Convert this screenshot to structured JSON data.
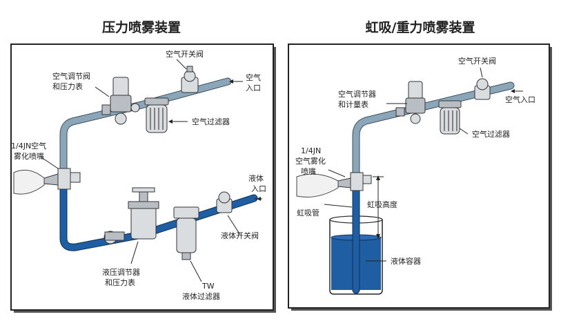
{
  "panels": [
    {
      "title": "压力喷雾装置",
      "labels": {
        "air_switch_valve": "空气开关阀",
        "air_inlet": [
          "空气",
          "入口"
        ],
        "air_regulator": [
          "空气调节阀",
          "和压力表"
        ],
        "air_filter": "空气过滤器",
        "nozzle": [
          "1/4JN空气",
          "雾化喷嘴"
        ],
        "liquid_inlet": [
          "液体",
          "入口"
        ],
        "liquid_switch_valve": "液体开关阀",
        "liquid_regulator": [
          "液压调节器",
          "和压力表"
        ],
        "tw_filter": [
          "TW",
          "液体过滤器"
        ]
      }
    },
    {
      "title": "虹吸/重力喷雾装置",
      "labels": {
        "air_switch_valve": "空气开关阀",
        "air_regulator": [
          "空气调节器",
          "和计量表"
        ],
        "air_inlet": "空气入口",
        "air_filter": "空气过滤器",
        "nozzle": [
          "1/4JN",
          "空气雾化",
          "喷嘴"
        ],
        "siphon_height": "虹吸高度",
        "siphon_tube": "虹吸管",
        "liquid_container": "液体容器"
      }
    }
  ],
  "colors": {
    "air_pipe": "#8aa6b8",
    "liquid": "#1f5ea3",
    "frame": "#222222"
  }
}
